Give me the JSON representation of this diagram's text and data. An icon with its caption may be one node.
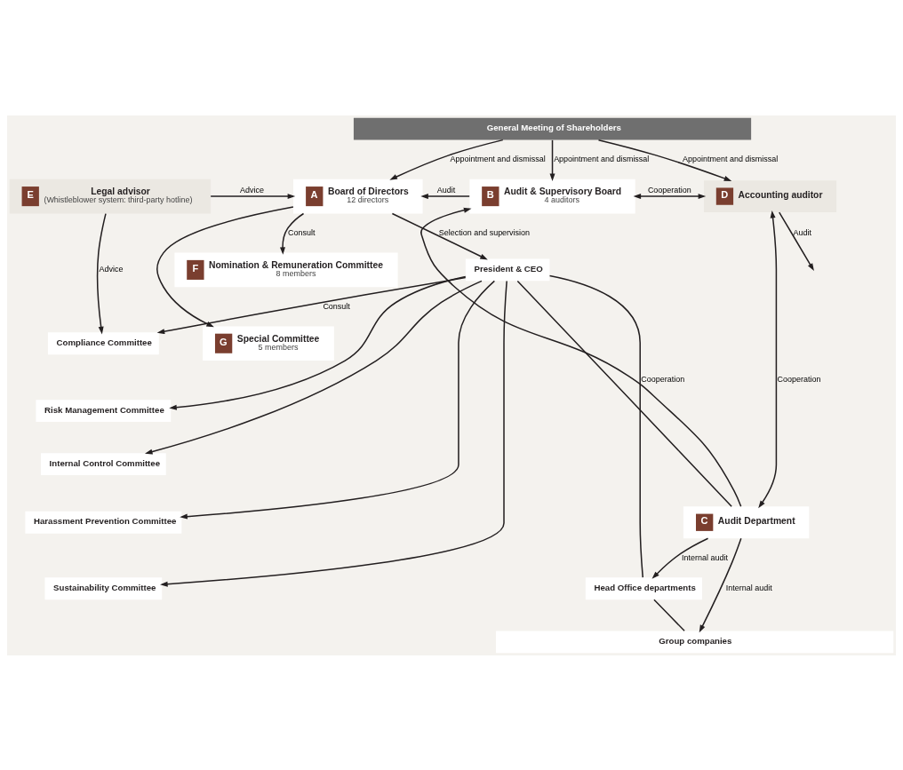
{
  "diagram": {
    "nodes": [
      {
        "text": [
          "General Meeting of Shareholders"
        ]
      },
      {
        "text": [
          "E",
          "Legal advisor",
          "(Whistleblower system: third-party hotline)"
        ]
      },
      {
        "text": [
          "A",
          "Board of Directors",
          "12 directors"
        ]
      },
      {
        "text": [
          "B",
          "Audit & Supervisory Board",
          "4 auditors"
        ]
      },
      {
        "text": [
          "D",
          "Accounting auditor"
        ]
      },
      {
        "text": [
          "President & CEO"
        ]
      },
      {
        "text": [
          "F",
          "Nomination & Remuneration Committee",
          "8 members"
        ]
      },
      {
        "text": [
          "G",
          "Special Committee",
          "5 members"
        ]
      },
      {
        "text": [
          "Compliance Committee"
        ]
      },
      {
        "text": [
          "Risk Management Committee"
        ]
      },
      {
        "text": [
          "Internal Control Committee"
        ]
      },
      {
        "text": [
          "Harassment Prevention Committee"
        ]
      },
      {
        "text": [
          "Sustainability Committee"
        ]
      },
      {
        "text": [
          "C",
          "Audit Department"
        ]
      },
      {
        "text": [
          "Head Office departments"
        ]
      },
      {
        "text": [
          "Group companies"
        ]
      }
    ],
    "edges": [
      {
        "from": 0,
        "to": 2,
        "arrow": "to",
        "label": "Appointment and dismissal"
      },
      {
        "from": 0,
        "to": 3,
        "arrow": "to",
        "label": "Appointment and dismissal"
      },
      {
        "from": 0,
        "to": 4,
        "arrow": "to",
        "label": "Appointment and dismissal"
      },
      {
        "from": 1,
        "to": 2,
        "arrow": "to",
        "label": "Advice"
      },
      {
        "from": 3,
        "to": 2,
        "arrow": "to",
        "label": "Audit"
      },
      {
        "from": 3,
        "to": 4,
        "arrow": "both",
        "label": "Cooperation"
      },
      {
        "from": 4,
        "to": null,
        "arrow": "to",
        "label": "Audit"
      },
      {
        "from": 2,
        "to": 5,
        "arrow": "to",
        "label": "Selection and supervision"
      },
      {
        "from": 2,
        "to": 6,
        "arrow": "to",
        "label": "Consult"
      },
      {
        "from": 2,
        "to": 7,
        "arrow": "to"
      },
      {
        "from": 1,
        "to": 8,
        "arrow": "to",
        "label": "Advice"
      },
      {
        "from": 5,
        "to": 8,
        "arrow": "to",
        "label": "Consult"
      },
      {
        "from": 5,
        "to": 9,
        "arrow": "to"
      },
      {
        "from": 5,
        "to": 10,
        "arrow": "to"
      },
      {
        "from": 5,
        "to": 11,
        "arrow": "to"
      },
      {
        "from": 5,
        "to": 12,
        "arrow": "to"
      },
      {
        "from": 13,
        "to": 3,
        "arrow": "to",
        "label": "Cooperation"
      },
      {
        "from": 4,
        "to": 13,
        "arrow": "both",
        "label": "Cooperation"
      },
      {
        "from": 5,
        "to": 13,
        "arrow": "none"
      },
      {
        "from": 5,
        "to": 14,
        "arrow": "none"
      },
      {
        "from": 14,
        "to": 15,
        "arrow": "none"
      },
      {
        "from": 13,
        "to": 14,
        "arrow": "to",
        "label": "Internal audit"
      },
      {
        "from": 13,
        "to": 15,
        "arrow": "to",
        "label": "Internal audit"
      }
    ]
  }
}
